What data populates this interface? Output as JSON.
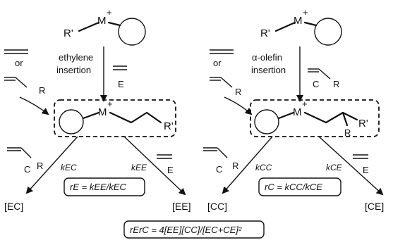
{
  "metal": "M",
  "charge": "+",
  "left_panel": {
    "ligand_label": "R'",
    "step_line1": "ethylene",
    "step_line2": "insertion",
    "side_or": "or",
    "side_R": "R",
    "monomer_label": "E",
    "chain_label": "R'",
    "bottom_C": "C",
    "bottom_R": "R",
    "rate_left": "kEC",
    "rate_right": "kEE",
    "bottom_E": "E",
    "ratio": "rE = kEE/kEC",
    "product_left": "[EC]",
    "product_right": "[EE]"
  },
  "right_panel": {
    "ligand_label": "R'",
    "step_line1": "α-olefin",
    "step_line2": "insertion",
    "side_or": "or",
    "side_R": "R",
    "monomer_C": "C",
    "monomer_R": "R",
    "chain_label": "R'",
    "chain_R": "R",
    "bottom_C": "C",
    "bottom_R": "R",
    "rate_left": "kCC",
    "rate_right": "kCE",
    "bottom_E": "E",
    "ratio": "rC = kCC/kCE",
    "product_left": "[CC]",
    "product_right": "[CE]"
  },
  "product_equation": "rErC = 4[EE][CC]/[EC+CE]²"
}
